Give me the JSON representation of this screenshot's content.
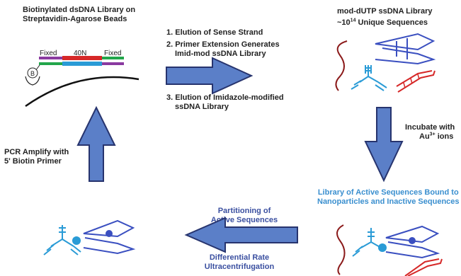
{
  "top_left": {
    "title_line1": "Biotinylated dsDNA Library on",
    "title_line2": "Streptavidin-Agarose Beads",
    "seg_fixed_left": "Fixed",
    "seg_random": "40N",
    "seg_fixed_right": "Fixed",
    "biotin_mark": "B"
  },
  "steps": {
    "step1": "1. Elution of Sense Strand",
    "step2_line1": "2. Primer Extension Generates",
    "step2_line2": "Imid-mod ssDNA Library",
    "step3_line1": "3. Elution of Imidazole-modified",
    "step3_line2": "ssDNA Library"
  },
  "top_right": {
    "title_line1": "mod-dUTP ssDNA Library",
    "title_prefix": "~10",
    "title_exponent": "14",
    "title_suffix": " Unique Sequences"
  },
  "incubate": {
    "line1": "Incubate with",
    "line2_base": "Au",
    "line2_sup": "3+",
    "line2_rest": " ions"
  },
  "bottom_right": {
    "line1": "Library of Active Sequences Bound to",
    "line2": "Nanoparticles and Inactive Sequences"
  },
  "partition": {
    "line1": "Partitioning of",
    "line2": "Active Sequences",
    "line3": "Differential Rate",
    "line4": "Ultracentrifugation"
  },
  "pcr": {
    "line1": "PCR Amplify with",
    "line2": "5' Biotin Primer"
  },
  "colors": {
    "arrow_fill": "#5b7fc8",
    "arrow_stroke": "#27346e",
    "highlight_blue": "#3a8fcf",
    "dna_red": "#d62828",
    "dna_blue": "#2a9bd6",
    "dna_green": "#22a64b",
    "dna_purple": "#8a3aa0"
  }
}
